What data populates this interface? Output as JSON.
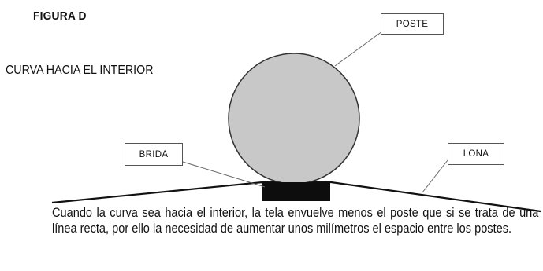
{
  "figure": {
    "title": "FIGURA D",
    "subtitle": "CURVA HACIA EL INTERIOR"
  },
  "labels": {
    "post": "POSTE",
    "flange": "BRIDA",
    "canvas": "LONA"
  },
  "caption": "Cuando la curva sea hacia el interior, la tela envuelve menos el poste que si se trata de una línea recta, por ello la necesidad de aumentar unos milímetros el espacio entre los postes.",
  "colors": {
    "post_fill": "#c8c8c8",
    "post_stroke": "#333333",
    "flange_fill": "#0d0d0d",
    "line": "#111111"
  }
}
